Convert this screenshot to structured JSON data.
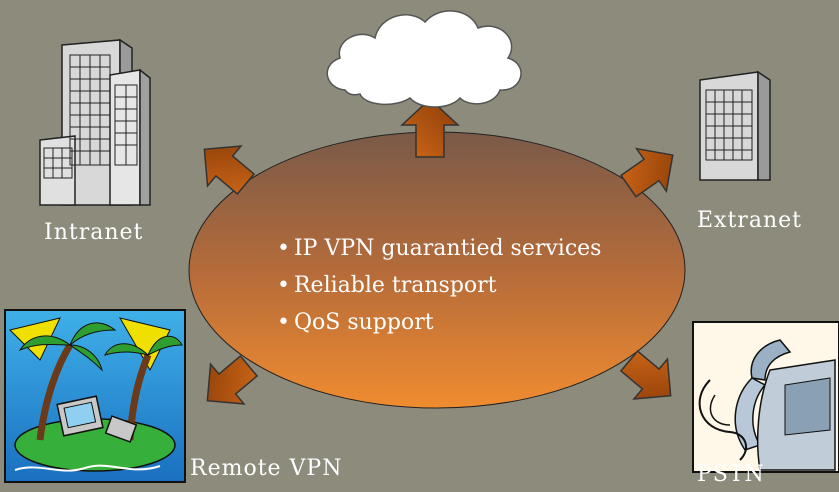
{
  "nodes": {
    "internet": "Internet",
    "intranet": "Intranet",
    "extranet": "Extranet",
    "remote_vpn": "Remote VPN",
    "pstn": "PSTN"
  },
  "center": {
    "bullets": [
      "IP VPN guarantied services",
      "Reliable transport",
      "QoS support"
    ]
  },
  "colors": {
    "background": "#8c8b7c",
    "ellipse_top": "#7a5a48",
    "ellipse_bottom": "#f08c30",
    "arrow_fill": "#b8560e",
    "text": "#ffffff"
  },
  "icons": [
    "cloud-icon",
    "office-building-icon",
    "small-building-icon",
    "island-computer-icon",
    "telephone-icon"
  ]
}
